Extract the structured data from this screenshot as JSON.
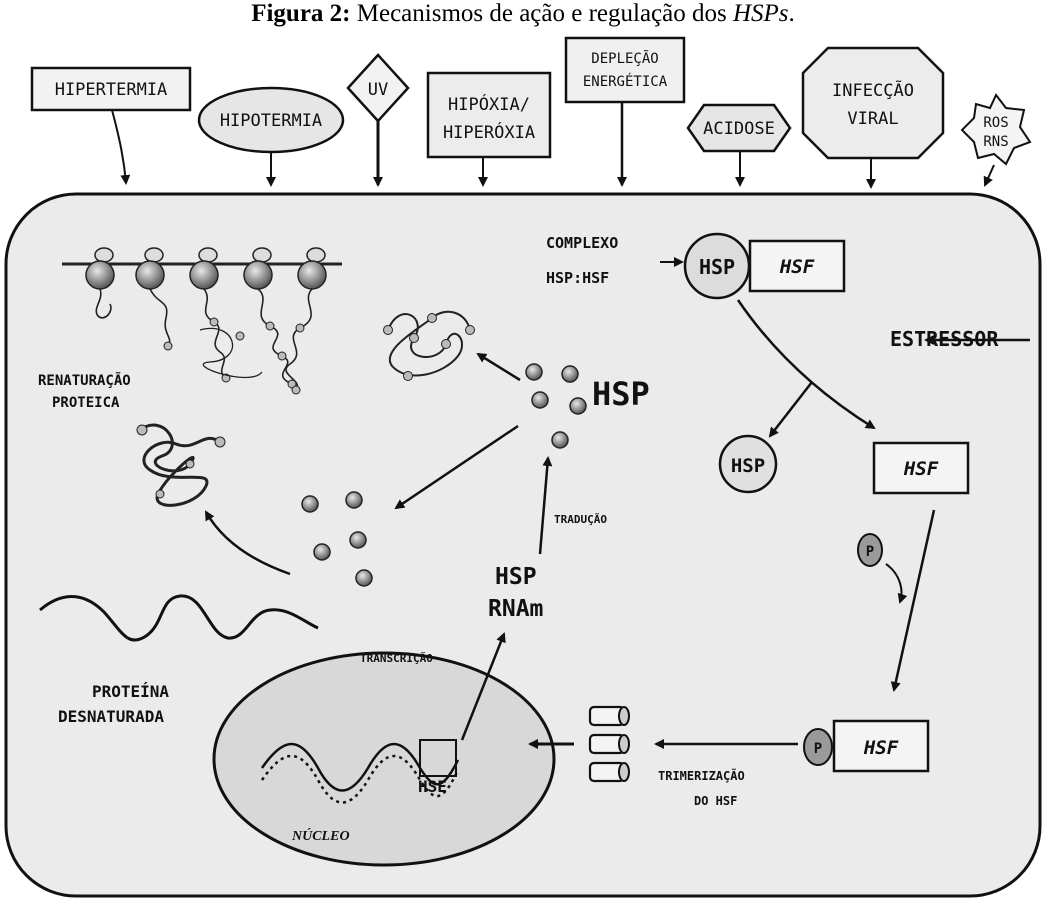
{
  "caption": {
    "prefix": "Figura 2:",
    "text": " Mecanismos de ação e regulação dos ",
    "italic": "HSPs",
    "suffix": "."
  },
  "stressors": [
    {
      "id": "hipertermia",
      "label": "HIPERTERMIA"
    },
    {
      "id": "hipotermia",
      "label": "HIPOTERMIA"
    },
    {
      "id": "uv",
      "label": "UV"
    },
    {
      "id": "hipoxia",
      "label1": "HIPÓXIA/",
      "label2": "HIPERÓXIA"
    },
    {
      "id": "deplecao",
      "label1": "DEPLEÇÃO",
      "label2": "ENERGÉTICA"
    },
    {
      "id": "acidose",
      "label": "ACIDOSE"
    },
    {
      "id": "infeccao",
      "label1": "INFECÇÃO",
      "label2": "VIRAL"
    },
    {
      "id": "ros",
      "label1": "ROS",
      "label2": "RNS"
    }
  ],
  "labels": {
    "complexo1": "COMPLEXO",
    "complexo2": "HSP:HSF",
    "hsp": "HSP",
    "hsf": "HSF",
    "estressor": "ESTRESSOR",
    "renaturacao1": "RENATURAÇÃO",
    "renaturacao2": "PROTEICA",
    "hsp_big": "HSP",
    "traducao": "TRADUÇÃO",
    "hsp_rna1": "HSP",
    "hsp_rna2": "RNAm",
    "transcricao": "TRANSCRIÇÃO",
    "proteina1": "PROTEÍNA",
    "proteina2": "DESNATURADA",
    "hse": "HSE",
    "nucleo": "NÚCLEO",
    "p": "P",
    "trimerizacao1": "TRIMERIZAÇÃO",
    "trimerizacao2": "DO HSF"
  }
}
